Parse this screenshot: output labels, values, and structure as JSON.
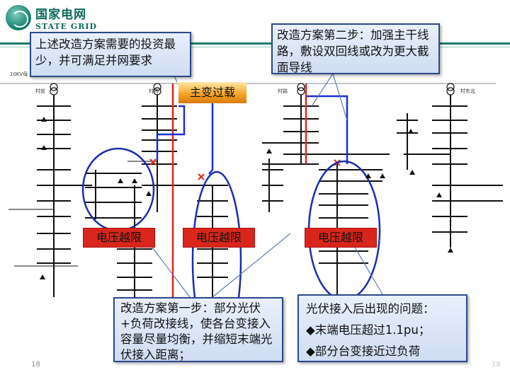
{
  "header": {
    "logo_cn": "国家电网",
    "logo_en": "STATE GRID"
  },
  "callouts": {
    "investment": "上述改造方案需要的投资最少，并可满足并网要求",
    "step2": "改造方案第二步：加强主干线路，敷设双回线或改为更大截面导线",
    "step1": "改造方案第一步：部分光伏+负荷改接线，使各台变接入容量尽量均衡，并缩短末端光伏接入距离；",
    "problems_title": "光伏接入后出现的问题：",
    "problem1": "◆末端电压超过1.1pu；",
    "problem2": "◆部分台变接近过负荷"
  },
  "tags": {
    "voltage_limit_1": "电压越限",
    "voltage_limit_2": "电压越限",
    "voltage_limit_3": "电压越限",
    "transformer_overload": "主变过载"
  },
  "feeders": {
    "voltage_label": "10KV母",
    "names": [
      "村前",
      "村内",
      "村路",
      "村东北"
    ]
  },
  "page_number": "18",
  "page_number_faint": "18"
}
